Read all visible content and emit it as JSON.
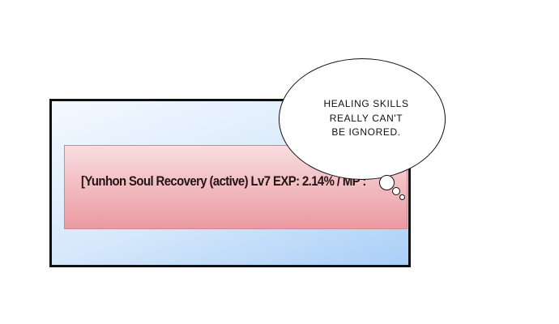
{
  "skill_window": {
    "status_text": "[Yunhon Soul Recovery (active) Lv7 EXP: 2.14% / MP :"
  },
  "speech_bubble": {
    "lines": [
      "HEALING SKILLS",
      "REALLY CAN'T",
      "BE IGNORED."
    ]
  },
  "colors": {
    "panel_blue": "#a9cff8",
    "bar_pink": "#eb9aa0",
    "border": "#111111"
  }
}
